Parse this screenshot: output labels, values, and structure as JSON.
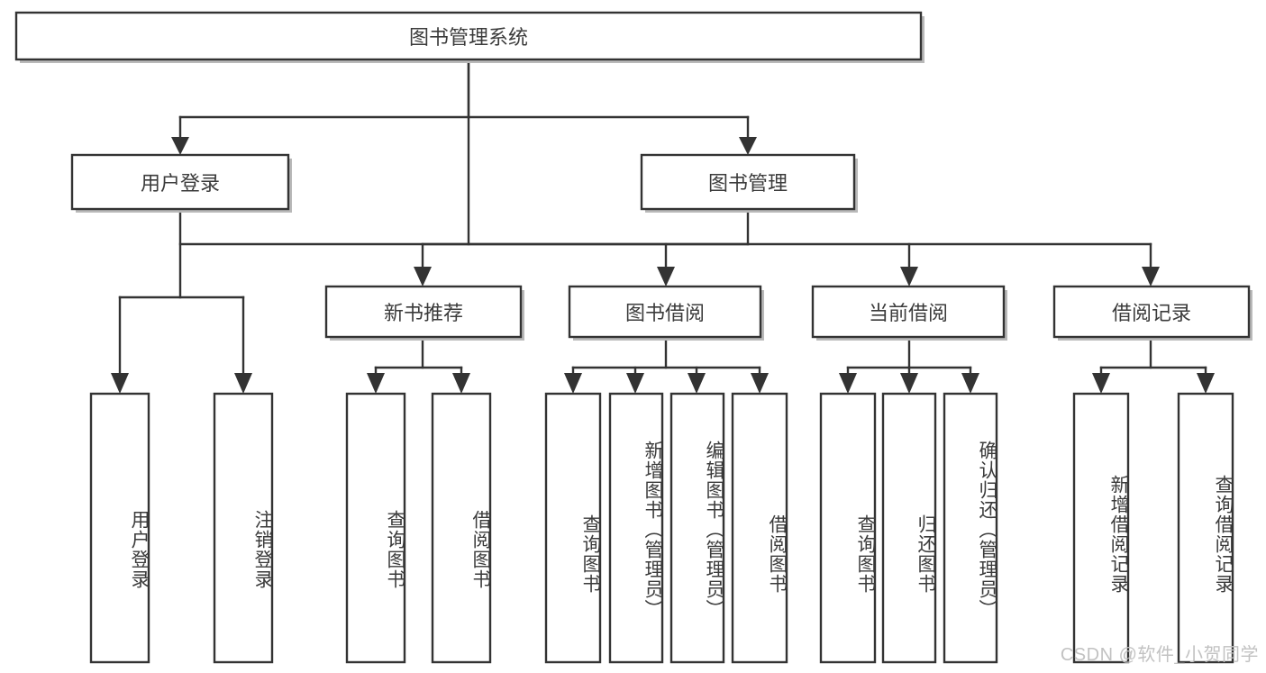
{
  "diagram": {
    "type": "tree-hierarchy",
    "title": "图书管理系统",
    "watermark": "CSDN @软件_小贺同学",
    "colors": {
      "stroke": "#333333",
      "fill": "#ffffff",
      "text": "#3b3b3b",
      "shadow": "#b9b9b9",
      "watermark": "#c2c2c2"
    },
    "root": {
      "label": "图书管理系统",
      "id": "root-book-management-system"
    },
    "level1": [
      {
        "id": "user-login",
        "label": "用户登录"
      },
      {
        "id": "book-management",
        "label": "图书管理"
      }
    ],
    "level2": [
      {
        "id": "new-book-recommend",
        "label": "新书推荐",
        "parent": "book-management"
      },
      {
        "id": "book-borrow",
        "label": "图书借阅",
        "parent": "book-management"
      },
      {
        "id": "current-borrow",
        "label": "当前借阅",
        "parent": "book-management"
      },
      {
        "id": "borrow-record",
        "label": "借阅记录",
        "parent": "book-management"
      }
    ],
    "leaves": {
      "user-login": [
        {
          "id": "leaf-user-login",
          "label": "用户登录"
        },
        {
          "id": "leaf-logout-login",
          "label": "注销登录"
        }
      ],
      "new-book-recommend": [
        {
          "id": "leaf-query-book-1",
          "label": "查询图书"
        },
        {
          "id": "leaf-borrow-book-1",
          "label": "借阅图书"
        }
      ],
      "book-borrow": [
        {
          "id": "leaf-query-book-2",
          "label": "查询图书"
        },
        {
          "id": "leaf-add-book-admin",
          "label": "新增图书（管理员）"
        },
        {
          "id": "leaf-edit-book-admin",
          "label": "编辑图书（管理员）"
        },
        {
          "id": "leaf-borrow-book-2",
          "label": "借阅图书"
        }
      ],
      "current-borrow": [
        {
          "id": "leaf-query-book-3",
          "label": "查询图书"
        },
        {
          "id": "leaf-return-book",
          "label": "归还图书"
        },
        {
          "id": "leaf-confirm-return-admin",
          "label": "确认归还（管理员）"
        }
      ],
      "borrow-record": [
        {
          "id": "leaf-add-borrow-record",
          "label": "新增借阅记录"
        },
        {
          "id": "leaf-query-borrow-record",
          "label": "查询借阅记录"
        }
      ]
    }
  }
}
